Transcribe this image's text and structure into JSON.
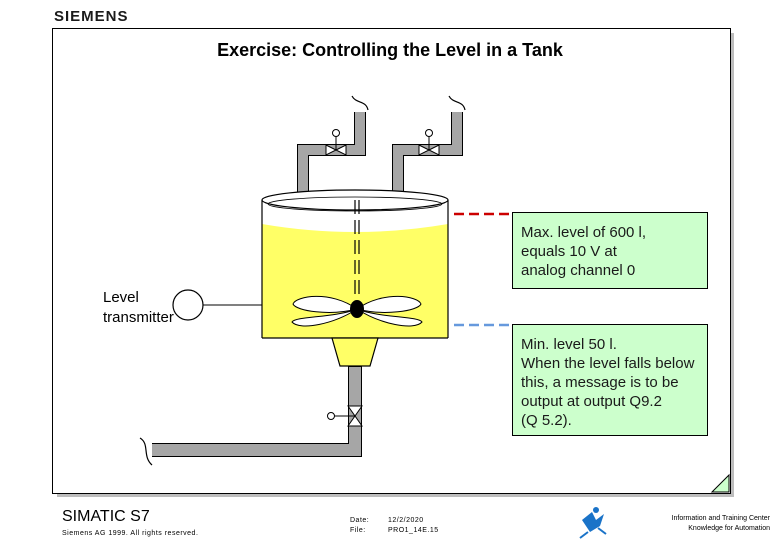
{
  "header": {
    "brand": "SIEMENS"
  },
  "title": "Exercise:  Controlling the Level in a Tank",
  "labels": {
    "level_transmitter_line1": "Level",
    "level_transmitter_line2": "transmitter"
  },
  "notes": {
    "max_level": [
      "Max. level of 600 l,",
      "equals 10 V at",
      "analog channel 0"
    ],
    "min_level": [
      "Min. level 50 l.",
      "When the level falls below",
      "this, a message is to be",
      "output at output Q9.2",
      "(Q 5.2)."
    ]
  },
  "footer": {
    "product": "SIMATIC S7",
    "copyright": "Siemens AG 1999. All rights reserved.",
    "date_label": "Date:",
    "date_value": "12/2/2020",
    "file_label": "File:",
    "file_value": "PRO1_14E.15",
    "center_line1": "Information and Training Center",
    "center_line2": "Knowledge for Automation"
  },
  "colors": {
    "liquid": "#ffff66",
    "note_bg": "#ccffcc",
    "max_line": "#cc0000",
    "min_line": "#6699dd",
    "pipe": "#a6a6a6",
    "logo_blue": "#1a73c8"
  }
}
